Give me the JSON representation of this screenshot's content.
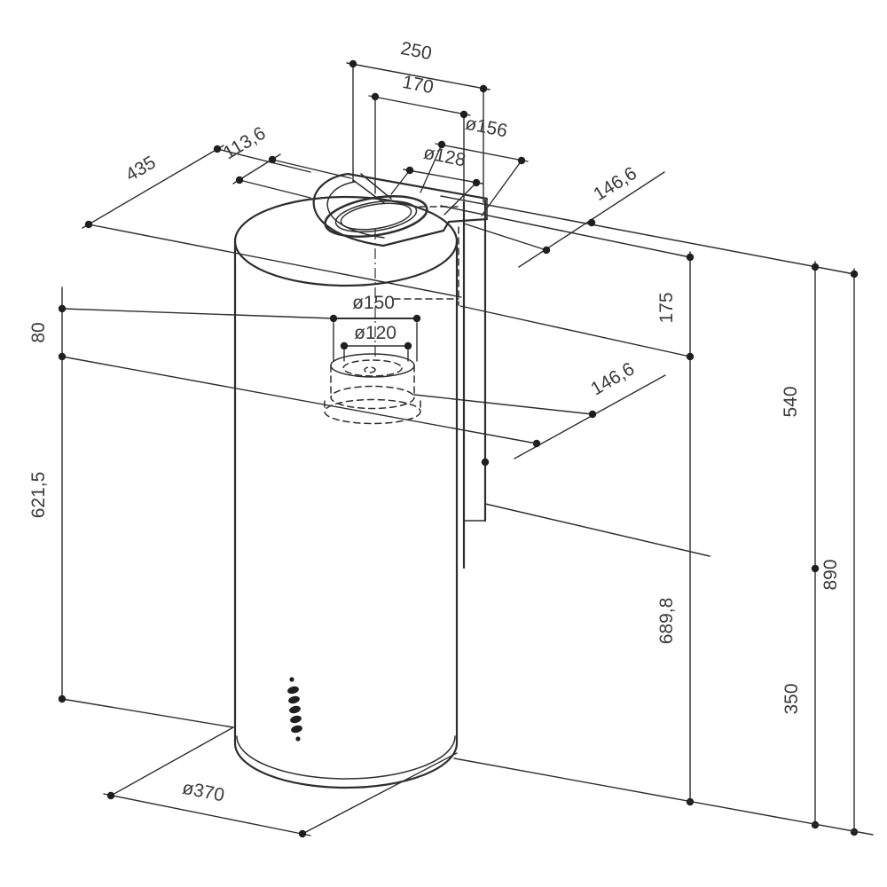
{
  "diagram": {
    "background": "#ffffff",
    "line_color": "#2e2e2e",
    "text_color": "#3a3a3a",
    "labels": {
      "d250": "250",
      "d170": "170",
      "dia156": "ø156",
      "dia128": "ø128",
      "d435": "435",
      "d113_6": "113,6",
      "d146_6_top": "146,6",
      "d146_6_mid": "146,6",
      "d80": "80",
      "d621_5": "621,5",
      "dia150": "ø150",
      "dia120": "ø120",
      "d175": "175",
      "d540": "540",
      "d890": "890",
      "d689_8": "689,8",
      "d350": "350",
      "dia370": "ø370"
    }
  }
}
